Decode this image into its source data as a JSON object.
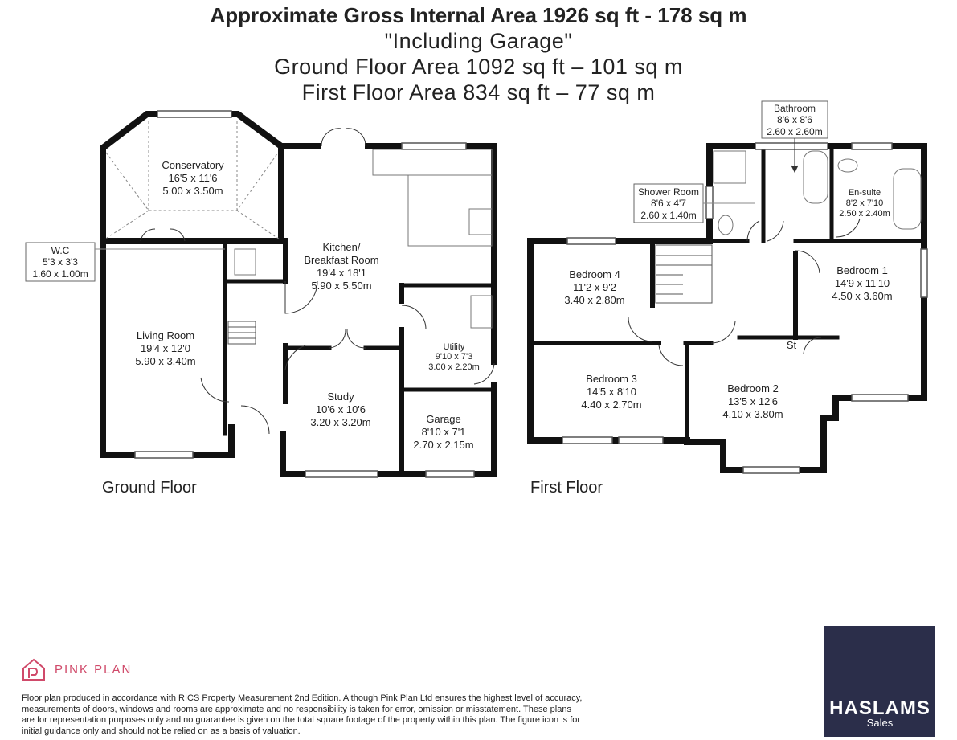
{
  "header": {
    "title": "Approximate Gross Internal Area 1926 sq ft - 178 sq m",
    "note": "\"Including Garage\"",
    "ground_area": "Ground Floor Area 1092 sq ft – 101 sq m",
    "first_area": "First Floor Area 834 sq ft – 77 sq m"
  },
  "floors": {
    "ground": "Ground Floor",
    "first": "First Floor"
  },
  "rooms": {
    "conservatory": {
      "name": "Conservatory",
      "imperial": "16'5 x 11'6",
      "metric": "5.00 x 3.50m"
    },
    "wc": {
      "name": "W.C",
      "imperial": "5'3 x 3'3",
      "metric": "1.60 x 1.00m"
    },
    "kitchen": {
      "name1": "Kitchen/",
      "name2": "Breakfast Room",
      "imperial": "19'4 x 18'1",
      "metric": "5.90 x 5.50m"
    },
    "living": {
      "name": "Living Room",
      "imperial": "19'4 x 12'0",
      "metric": "5.90 x 3.40m"
    },
    "utility": {
      "name": "Utility",
      "imperial": "9'10 x 7'3",
      "metric": "3.00 x 2.20m"
    },
    "study": {
      "name": "Study",
      "imperial": "10'6 x 10'6",
      "metric": "3.20 x 3.20m"
    },
    "garage": {
      "name": "Garage",
      "imperial": "8'10 x 7'1",
      "metric": "2.70 x 2.15m"
    },
    "bathroom": {
      "name": "Bathroom",
      "imperial": "8'6 x 8'6",
      "metric": "2.60 x 2.60m"
    },
    "shower": {
      "name": "Shower Room",
      "imperial": "8'6 x 4'7",
      "metric": "2.60 x 1.40m"
    },
    "ensuite": {
      "name": "En-suite",
      "imperial": "8'2 x 7'10",
      "metric": "2.50 x 2.40m"
    },
    "bed4": {
      "name": "Bedroom 4",
      "imperial": "11'2 x 9'2",
      "metric": "3.40 x 2.80m"
    },
    "bed1": {
      "name": "Bedroom 1",
      "imperial": "14'9 x 11'10",
      "metric": "4.50 x 3.60m"
    },
    "st": {
      "name": "St"
    },
    "bed3": {
      "name": "Bedroom 3",
      "imperial": "14'5 x 8'10",
      "metric": "4.40 x 2.70m"
    },
    "bed2": {
      "name": "Bedroom 2",
      "imperial": "13'5 x 12'6",
      "metric": "4.10 x 3.80m"
    }
  },
  "footer": {
    "brand": "PINK PLAN",
    "brand_color": "#d04a6a",
    "disclaimer": "Floor plan produced in accordance with RICS Property Measurement 2nd Edition. Although Pink Plan Ltd ensures the highest level of accuracy, measurements of doors, windows and rooms are approximate and no responsibility is taken for error, omission or misstatement. These plans are for representation purposes only and no guarantee is given on the total square footage of the property within this plan. The figure icon is for initial guidance only and should not be relied on as a basis of valuation.",
    "logo_name": "HASLAMS",
    "logo_sub": "Sales",
    "logo_color": "#2b2e4a"
  }
}
